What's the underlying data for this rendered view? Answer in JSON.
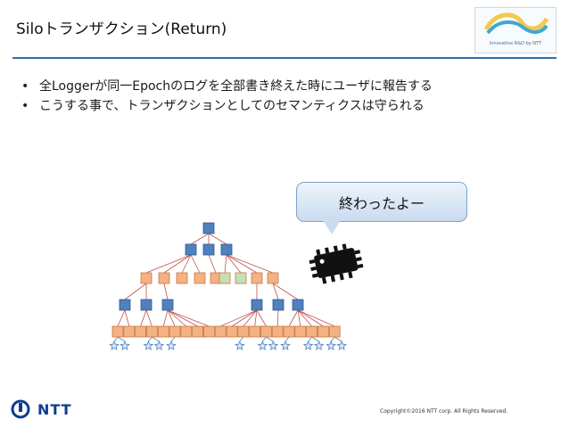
{
  "slide": {
    "title": "Siloトランザクション(Return)",
    "logo_caption": "Innovative R&D by NTT",
    "bullets": [
      "全Loggerが同一Epochのログを全部書き終えた時にユーザに報告する",
      "こうする事で、トランザクションとしてのセマンティクスは守られる"
    ],
    "bubble_text": "終わったよー",
    "footer_logo_text": "NTT",
    "copyright": "Copyright©2016 NTT corp. All Rights Reserved.",
    "icons": [
      "chip-icon",
      "star-icon",
      "ntt-logo-icon"
    ]
  },
  "colors": {
    "accent": "#2f6fa8",
    "blue_node": "#4f81bd",
    "orange_node": "#f4b183",
    "green_node": "#c5e0b3",
    "edge": "#c0504d"
  },
  "tree": {
    "levels": [
      [
        "blue"
      ],
      [
        "blue",
        "blue",
        "blue"
      ],
      [
        "orange",
        "orange",
        "orange",
        "orange",
        "orange",
        "green",
        "green",
        "orange",
        "orange"
      ],
      [
        "blue",
        "blue",
        "blue",
        "blue",
        "blue",
        "blue"
      ],
      [
        "orange",
        "orange",
        "orange",
        "orange",
        "orange",
        "orange",
        "orange",
        "orange",
        "orange",
        "orange",
        "orange",
        "orange",
        "orange",
        "orange",
        "orange",
        "orange",
        "orange",
        "orange",
        "orange",
        "orange"
      ]
    ],
    "star_groups": [
      2,
      2,
      1,
      1,
      2,
      1,
      2,
      2
    ]
  }
}
